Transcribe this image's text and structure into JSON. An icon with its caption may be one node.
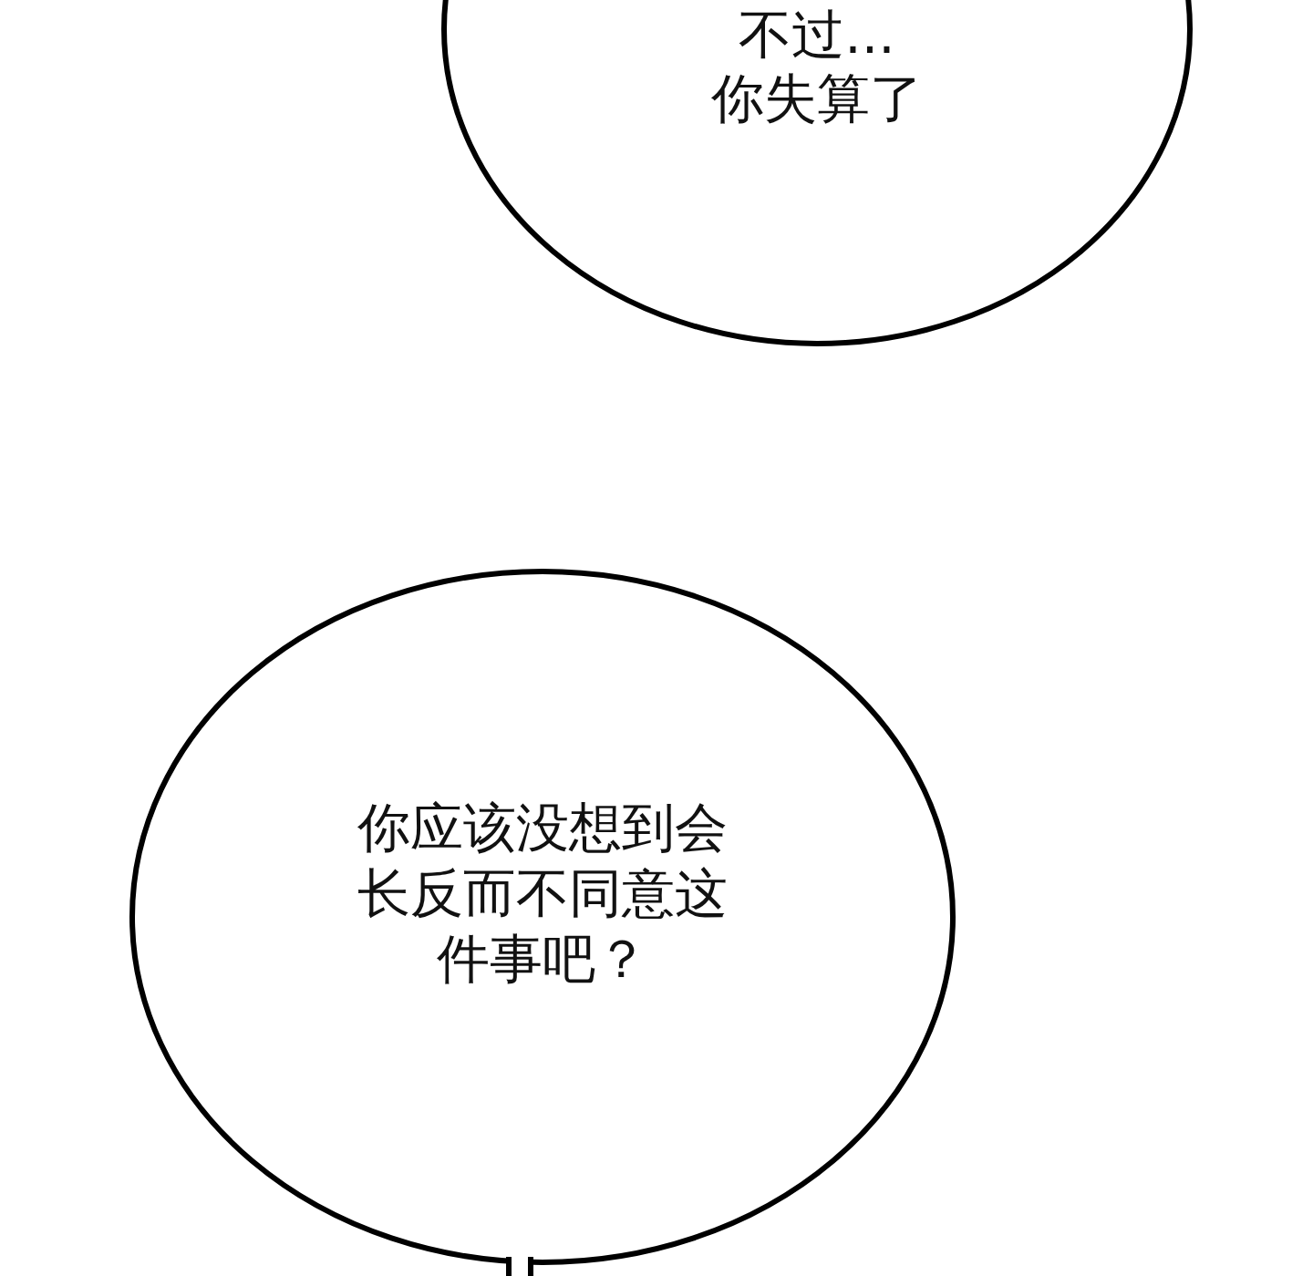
{
  "diagram": {
    "nodes": [
      {
        "text": [
          "不过...",
          "你失算了"
        ]
      },
      {
        "text": [
          "你应该没想到会长反而不同意这件事吧？"
        ]
      }
    ]
  }
}
